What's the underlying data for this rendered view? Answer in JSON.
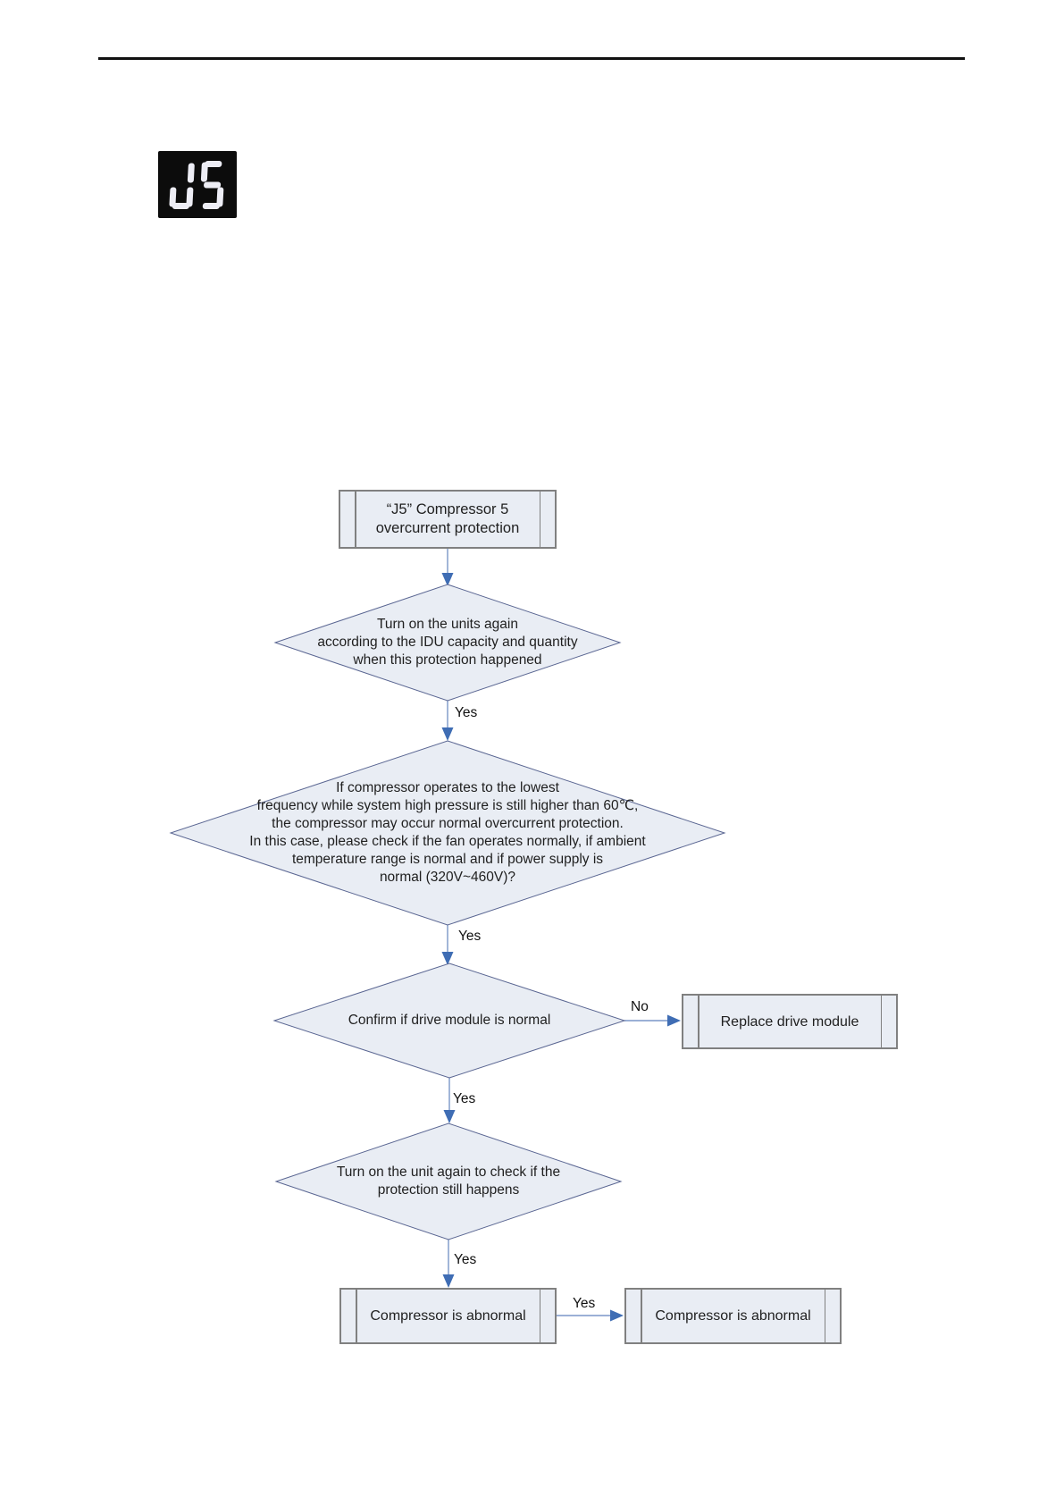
{
  "display": {
    "code": "J5"
  },
  "colors": {
    "node_fill": "#e9edf4",
    "box_border": "#808080",
    "diamond_border": "#5a6692",
    "connector_line": "#7a96c8",
    "arrowhead": "#3f6db4",
    "text_color": "#1f1f1f",
    "divider_color": "#111111",
    "display_bg": "#0c0c0c",
    "display_segment": "#ededf5"
  },
  "flowchart": {
    "start": "“J5” Compressor 5\novercurrent protection",
    "d1": "Turn on the units again\naccording to the IDU capacity and quantity\nwhen this protection happened",
    "d2": "If compressor operates to the lowest\nfrequency while system high pressure is still higher than 60℃,\nthe compressor may occur normal overcurrent protection.\nIn this case, please check if the fan operates normally, if ambient\ntemperature range is normal and if power supply is\nnormal (320V~460V)?",
    "d3": "Confirm if drive module is normal",
    "replace": "Replace drive module",
    "d4": "Turn on the unit again to check if the\nprotection still happens",
    "end1": "Compressor is abnormal",
    "end2": "Compressor is abnormal",
    "labels": {
      "yes1": "Yes",
      "yes2": "Yes",
      "yes3": "Yes",
      "yes4": "Yes",
      "yes5": "Yes",
      "no1": "No"
    }
  }
}
